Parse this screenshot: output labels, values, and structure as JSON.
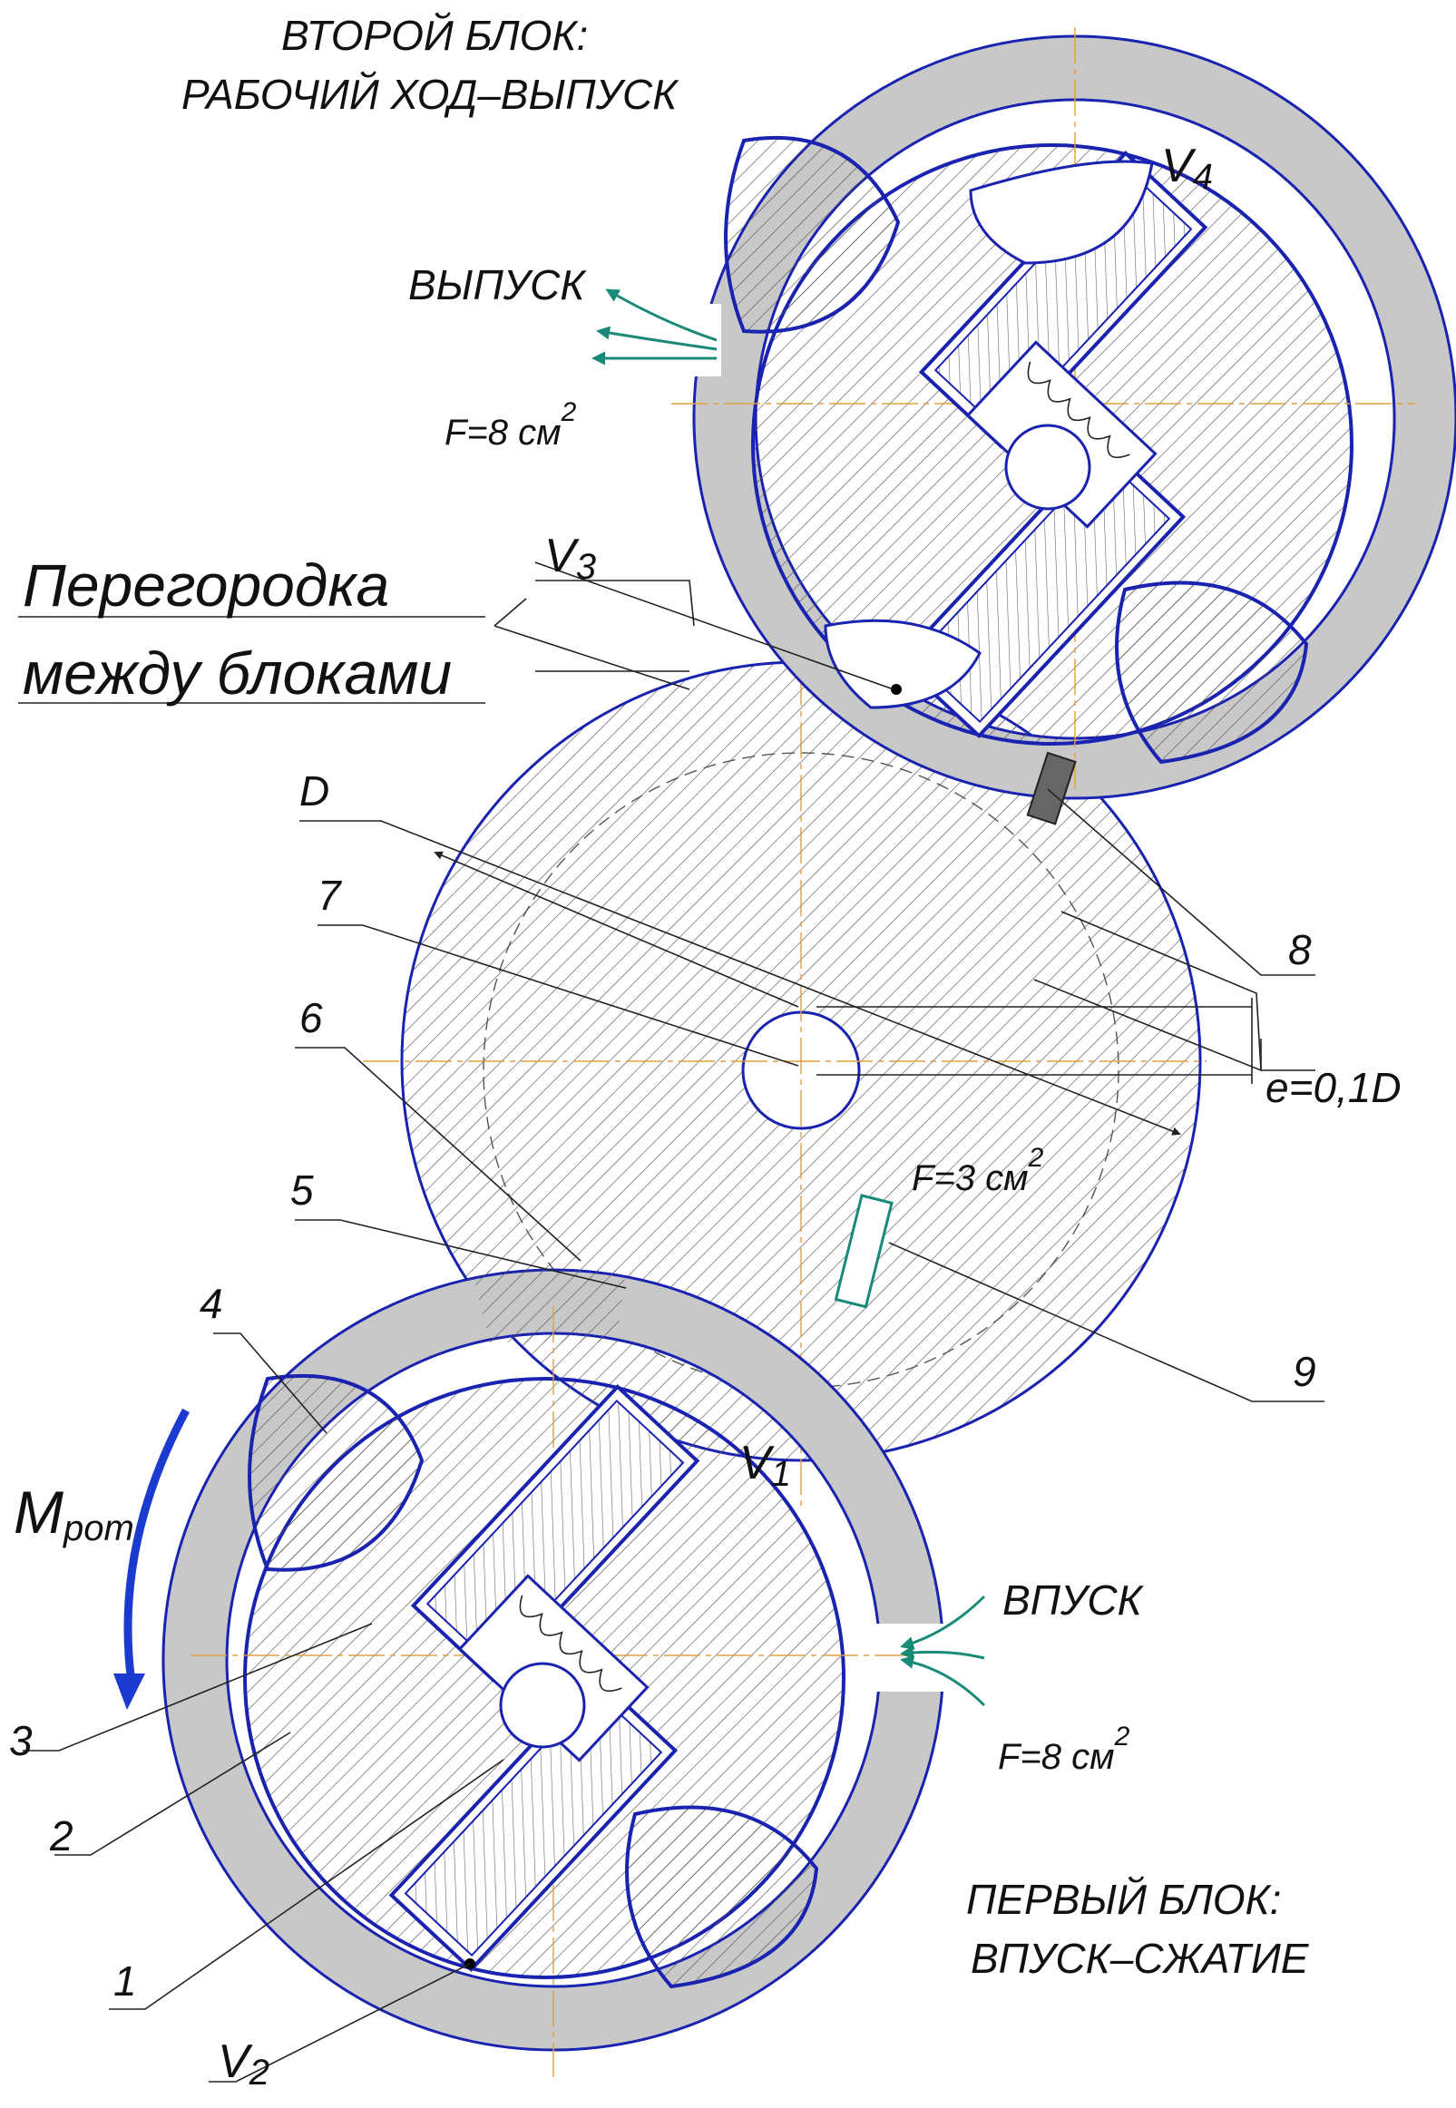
{
  "block_second": {
    "line1": "ВТОРОЙ БЛОК:",
    "line2": "РАБОЧИЙ ХОД–ВЫПУСК"
  },
  "block_first": {
    "line1": "ПЕРВЫЙ БЛОК:",
    "line2": "ВПУСК–СЖАТИЕ"
  },
  "exhaust": {
    "label": "ВЫПУСК",
    "area": "F=8 см",
    "power": "2"
  },
  "intake": {
    "label": "ВПУСК",
    "area": "F=8 см",
    "power": "2"
  },
  "partition": {
    "line1": "Перегородка",
    "line2": "между блоками"
  },
  "volumes": {
    "v1": "V",
    "v1_sub": "1",
    "v2": "V",
    "v2_sub": "2",
    "v3": "V",
    "v3_sub": "3",
    "v4": "V",
    "v4_sub": "4"
  },
  "dimensions": {
    "diameter": "D",
    "eccentricity": "e=0,1D",
    "channel_area": "F=3 см",
    "channel_power": "2"
  },
  "parts": [
    "1",
    "2",
    "3",
    "4",
    "5",
    "6",
    "7",
    "8",
    "9"
  ],
  "torque": {
    "label": "M",
    "sub": "рот"
  },
  "colors": {
    "outline": "#1a22b0",
    "housing": "#c8c8c8",
    "flow": "#1a8a78",
    "arrow": "#1a3ad0",
    "centerline": "#e0a040"
  }
}
